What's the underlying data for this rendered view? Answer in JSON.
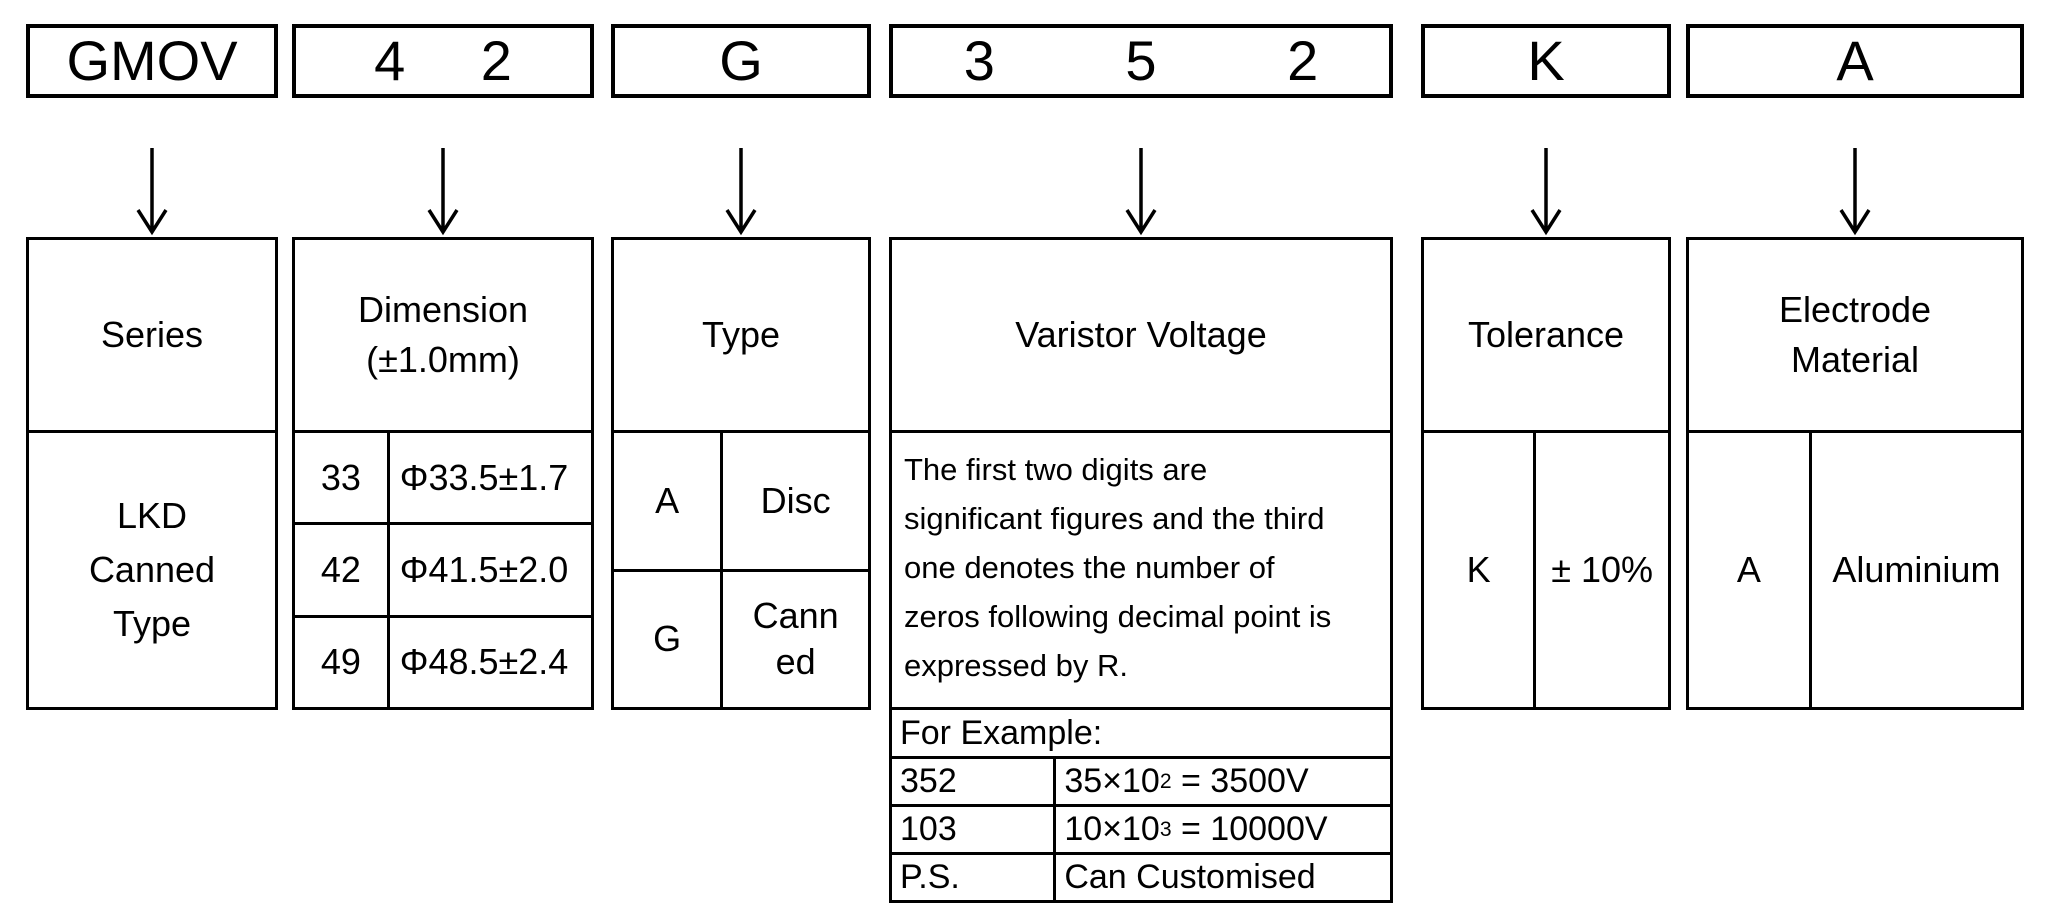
{
  "part_code": {
    "segments": [
      {
        "label": "GMOV"
      },
      {
        "label": "4 2"
      },
      {
        "label": "G"
      },
      {
        "label": "3 5 2"
      },
      {
        "label": "K"
      },
      {
        "label": "A"
      }
    ]
  },
  "columns": [
    {
      "header": "Series",
      "body_lines": [
        "LKD",
        "Canned",
        "Type"
      ]
    },
    {
      "header": "Dimension",
      "header_sub": "(±1.0mm)",
      "rows": [
        {
          "code": "33",
          "value": "Φ33.5±1.7"
        },
        {
          "code": "42",
          "value": "Φ41.5±2.0"
        },
        {
          "code": "49",
          "value": "Φ48.5±2.4"
        }
      ]
    },
    {
      "header": "Type",
      "rows": [
        {
          "code": "A",
          "value": "Disc"
        },
        {
          "code": "G",
          "value": "Canned"
        }
      ]
    },
    {
      "header": "Varistor Voltage",
      "description_lines": [
        "The first two digits are",
        "significant figures and the third",
        "one denotes the number of",
        "zeros following decimal point is",
        "expressed by R."
      ],
      "example": {
        "title": "For Example:",
        "rows": [
          {
            "code": "352",
            "base": "35×10",
            "exp": "2",
            "rest": " = 3500V"
          },
          {
            "code": "103",
            "base": "10×10",
            "exp": "3",
            "rest": " = 10000V"
          },
          {
            "code": "P.S.",
            "base": "Can Customised",
            "exp": "",
            "rest": ""
          }
        ]
      }
    },
    {
      "header": "Tolerance",
      "rows": [
        {
          "code": "K",
          "value": "± 10%"
        }
      ]
    },
    {
      "header": "Electrode Material",
      "rows": [
        {
          "code": "A",
          "value": "Aluminium"
        }
      ]
    }
  ]
}
